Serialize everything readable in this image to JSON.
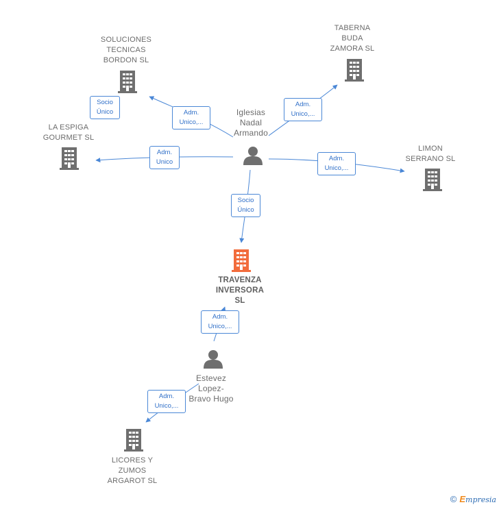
{
  "people": {
    "iglesias": {
      "name": "Iglesias\nNadal\nArmando"
    },
    "estevez": {
      "name": "Estevez\nLopez-\nBravo Hugo"
    }
  },
  "companies": {
    "soluciones": {
      "name": "SOLUCIONES\nTECNICAS\nBORDON  SL"
    },
    "taberna": {
      "name": "TABERNA\nBUDA\nZAMORA  SL"
    },
    "espiga": {
      "name": "LA ESPIGA\nGOURMET  SL"
    },
    "limon": {
      "name": "LIMON\nSERRANO  SL"
    },
    "travenza": {
      "name": "TRAVENZA\nINVERSORA\nSL"
    },
    "licores": {
      "name": "LICORES Y\nZUMOS\nARGAROT  SL"
    }
  },
  "edges": {
    "socio_soluciones": {
      "line1": "Socio",
      "line2": "Único"
    },
    "adm_soluciones": {
      "line1": "Adm.",
      "line2": "Unico,..."
    },
    "adm_taberna": {
      "line1": "Adm.",
      "line2": "Unico,..."
    },
    "adm_espiga": {
      "line1": "Adm.",
      "line2": "Unico"
    },
    "adm_limon": {
      "line1": "Adm.",
      "line2": "Unico,..."
    },
    "socio_travenza": {
      "line1": "Socio",
      "line2": "Único"
    },
    "adm_travenza": {
      "line1": "Adm.",
      "line2": "Unico,..."
    },
    "adm_licores": {
      "line1": "Adm.",
      "line2": "Unico,..."
    }
  },
  "footer": {
    "copyright": "©",
    "brand_first": "E",
    "brand_rest": "mpresia"
  },
  "colors": {
    "edge": "#4a87d6",
    "building": "#6f6f6f",
    "focus_building": "#f26c3c",
    "person": "#6f6f6f"
  }
}
